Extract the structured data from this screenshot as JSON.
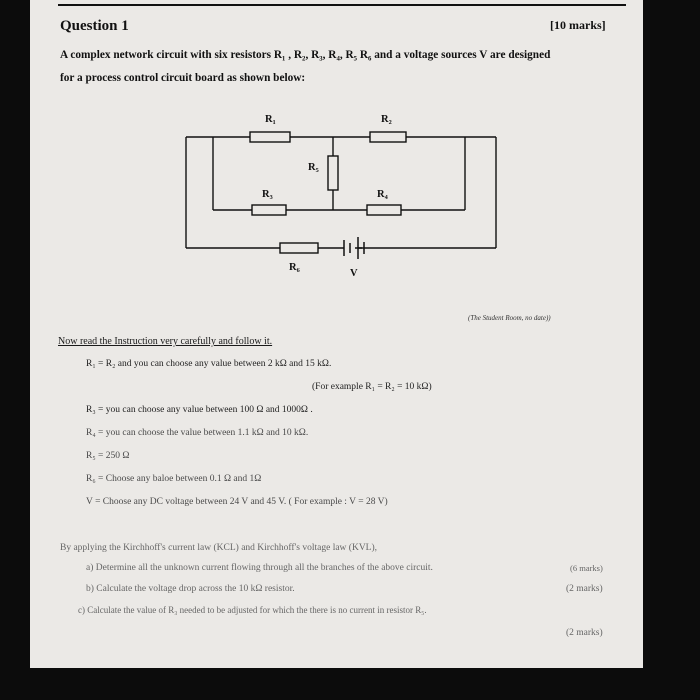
{
  "header": {
    "title": "Question 1",
    "marks": "[10 marks]"
  },
  "intro": {
    "line1": "A complex network circuit with six resistors R₁ , R₂, R₃, R₄, R₅ R₆ and a voltage sources V are designed",
    "line2": "for a process control circuit board as shown below:"
  },
  "circuit": {
    "labels": {
      "r1": "R₁",
      "r2": "R₂",
      "r3": "R₃",
      "r4": "R₄",
      "r5": "R₅",
      "r6": "R₆",
      "v": "V"
    }
  },
  "citation": "(The Student Room, no date))",
  "instructions": {
    "heading": "Now read the Instruction very carefully and follow it.",
    "items": [
      "R₁ = R₂   and you can choose any value between 2 kΩ  and 15 kΩ.",
      "(For example R₁ = R₂ = 10 kΩ)",
      "R₃ = you can choose any value between 100 Ω and 1000Ω .",
      "R₄ = you can choose the value between 1.1 kΩ  and 10 kΩ.",
      "R₅ = 250 Ω",
      "R₆ = Choose any baloe between 0.1 Ω  and 1Ω",
      "V  =  Choose any DC voltage between 24 V  and 45 V. ( For example : V = 28 V)"
    ]
  },
  "tasks": {
    "intro": "By applying the Kirchhoff's current law (KCL) and Kirchhoff's voltage law (KVL),",
    "a": "a) Determine all the unknown current flowing through all the branches of the above circuit.",
    "a_marks": "(6 marks)",
    "b": "b) Calculate the voltage drop across the 10 kΩ resistor.",
    "b_marks": "(2 marks)",
    "c": "c) Calculate the value of R₃ needed to be adjusted for which the there is no current in resistor R₅.",
    "c_marks": "(2 marks)"
  }
}
